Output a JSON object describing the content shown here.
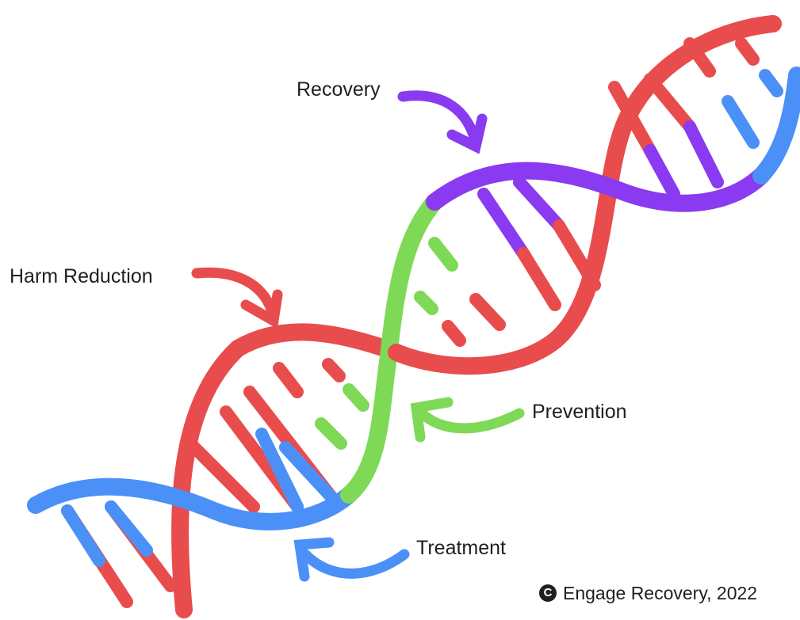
{
  "colors": {
    "harm_reduction": "#e84c4c",
    "recovery": "#8a3af0",
    "prevention": "#7ed957",
    "treatment": "#4a90f7",
    "text": "#1f1f1f",
    "background": "#ffffff"
  },
  "labels": {
    "recovery": "Recovery",
    "harm_reduction": "Harm Reduction",
    "prevention": "Prevention",
    "treatment": "Treatment"
  },
  "copyright": {
    "symbol": "C",
    "text": "Engage Recovery, 2022"
  },
  "icons": [
    "curved-arrow-icon",
    "dna-helix-icon",
    "copyright-icon"
  ]
}
